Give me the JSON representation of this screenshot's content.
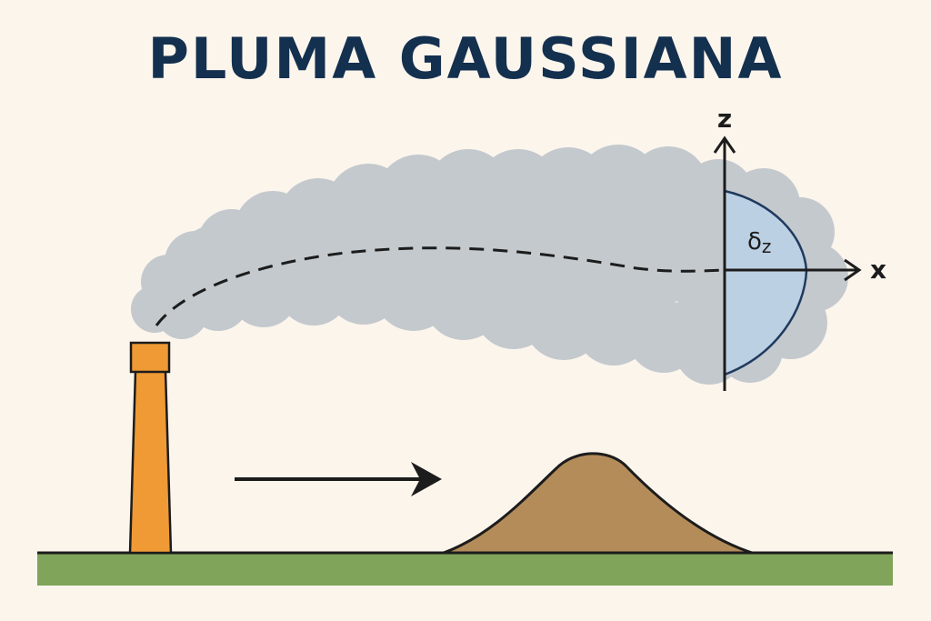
{
  "title": "PLUMA GAUSSIANA",
  "axes": {
    "vertical_label": "z",
    "horizontal_label": "x"
  },
  "profile_label": {
    "symbol": "δ",
    "subscript": "z"
  },
  "colors": {
    "title": "#14304f",
    "background": "#fcf5ec",
    "plume": "#c3c9cd",
    "gaussian_fill": "#bcd0e4",
    "gaussian_stroke": "#1f3a5e",
    "chimney": "#ef9a35",
    "hill": "#b48c5a",
    "ground": "#7fa45a",
    "ink": "#1c1c1c"
  },
  "icons": {
    "wind": "arrow-right-icon",
    "axis_up": "arrow-up-icon",
    "axis_right": "arrow-right-icon"
  }
}
